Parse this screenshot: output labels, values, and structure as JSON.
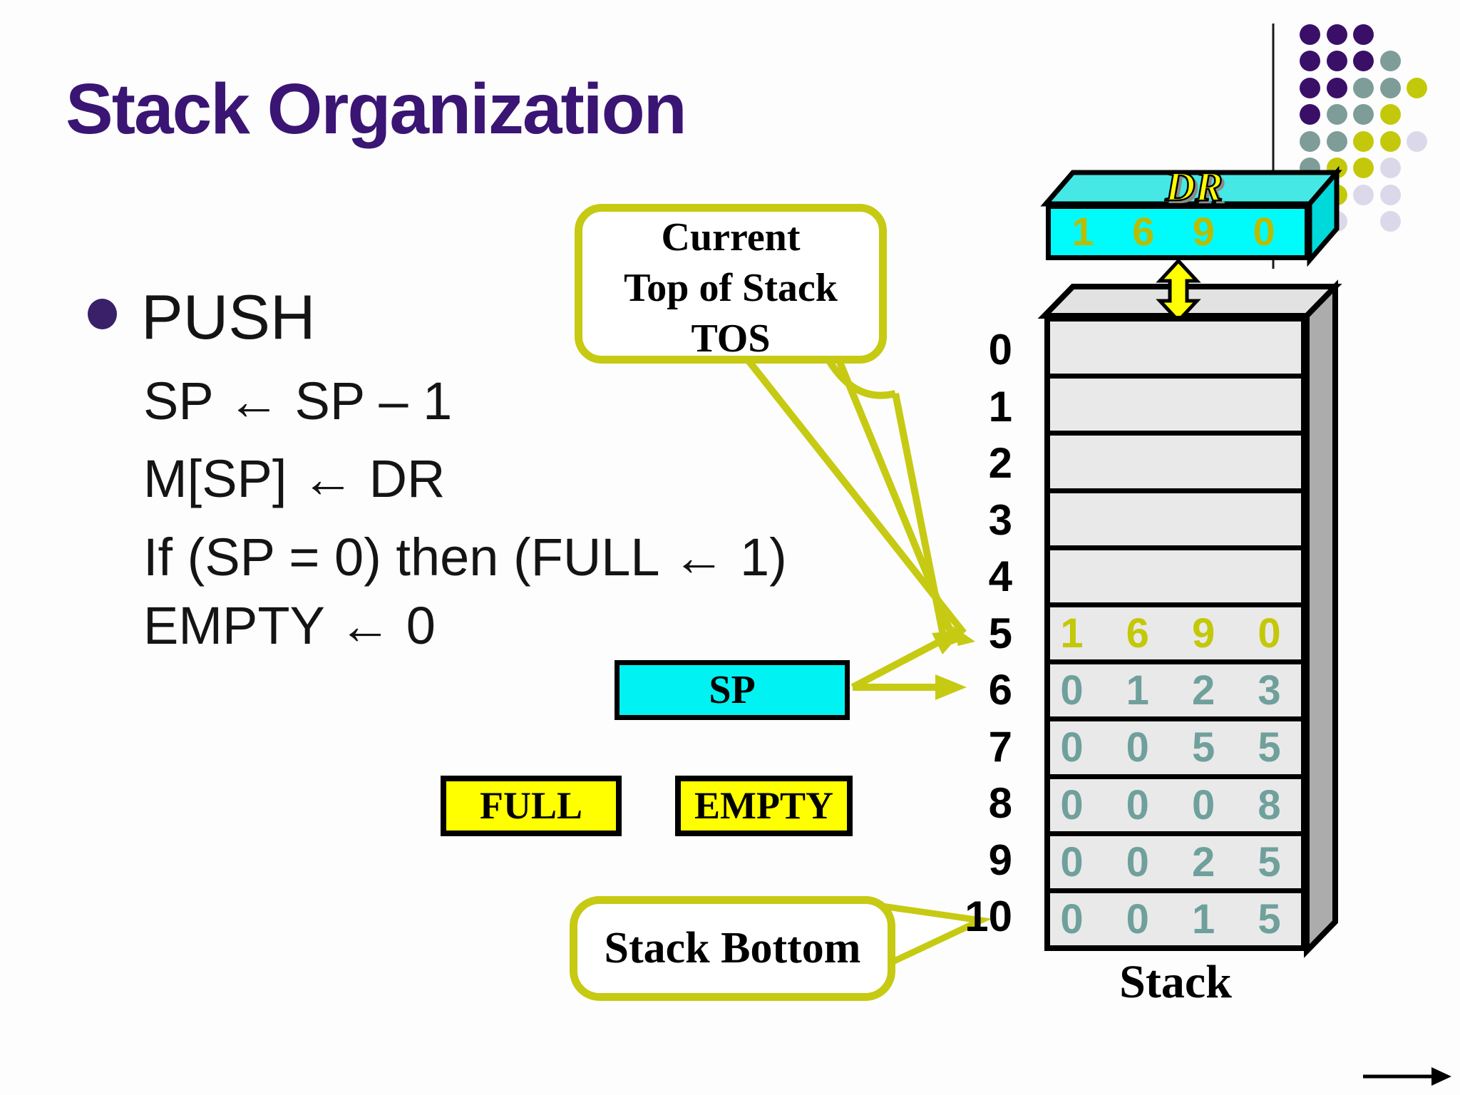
{
  "title": "Stack Organization",
  "bullet_item": {
    "label": "PUSH"
  },
  "code_lines": [
    "SP ← SP – 1",
    "M[SP] ← DR",
    "If (SP = 0) then (FULL ← 1)",
    "EMPTY ← 0"
  ],
  "callouts": {
    "tos": {
      "line1": "Current",
      "line2": "Top of Stack",
      "line3": "TOS"
    },
    "stack_bottom": {
      "label": "Stack Bottom"
    }
  },
  "registers": {
    "dr": {
      "name": "DR",
      "value": "1 6 9 0"
    },
    "sp": {
      "name": "SP"
    },
    "full": {
      "name": "FULL"
    },
    "empty": {
      "name": "EMPTY"
    }
  },
  "stack": {
    "caption": "Stack",
    "rows": [
      {
        "index": "0",
        "value": "",
        "color": ""
      },
      {
        "index": "1",
        "value": "",
        "color": ""
      },
      {
        "index": "2",
        "value": "",
        "color": ""
      },
      {
        "index": "3",
        "value": "",
        "color": ""
      },
      {
        "index": "4",
        "value": "",
        "color": ""
      },
      {
        "index": "5",
        "value": "1 6 9 0",
        "color": "#C3C808"
      },
      {
        "index": "6",
        "value": "0 1 2 3",
        "color": "#6FA09C"
      },
      {
        "index": "7",
        "value": "0 0 5 5",
        "color": "#6FA09C"
      },
      {
        "index": "8",
        "value": "0 0 0 8",
        "color": "#6FA09C"
      },
      {
        "index": "9",
        "value": "0 0 2 5",
        "color": "#6FA09C"
      },
      {
        "index": "10",
        "value": "0 0 1 5",
        "color": "#6FA09C"
      }
    ]
  },
  "decor": {
    "dots_grid": [
      "PPP..",
      "PPPT.",
      "PPTTY",
      "PTTY.",
      "TTYYL",
      "TYYL.",
      ".YLL.",
      ".L.L."
    ],
    "dot_colors": {
      "P": "#3A0F68",
      "T": "#7E9D99",
      "Y": "#C3C90A",
      "L": "#DBD9E9"
    },
    "accent": "#C6CA12",
    "cyan": "#00F2F2",
    "yellow": "#FFFF00"
  }
}
